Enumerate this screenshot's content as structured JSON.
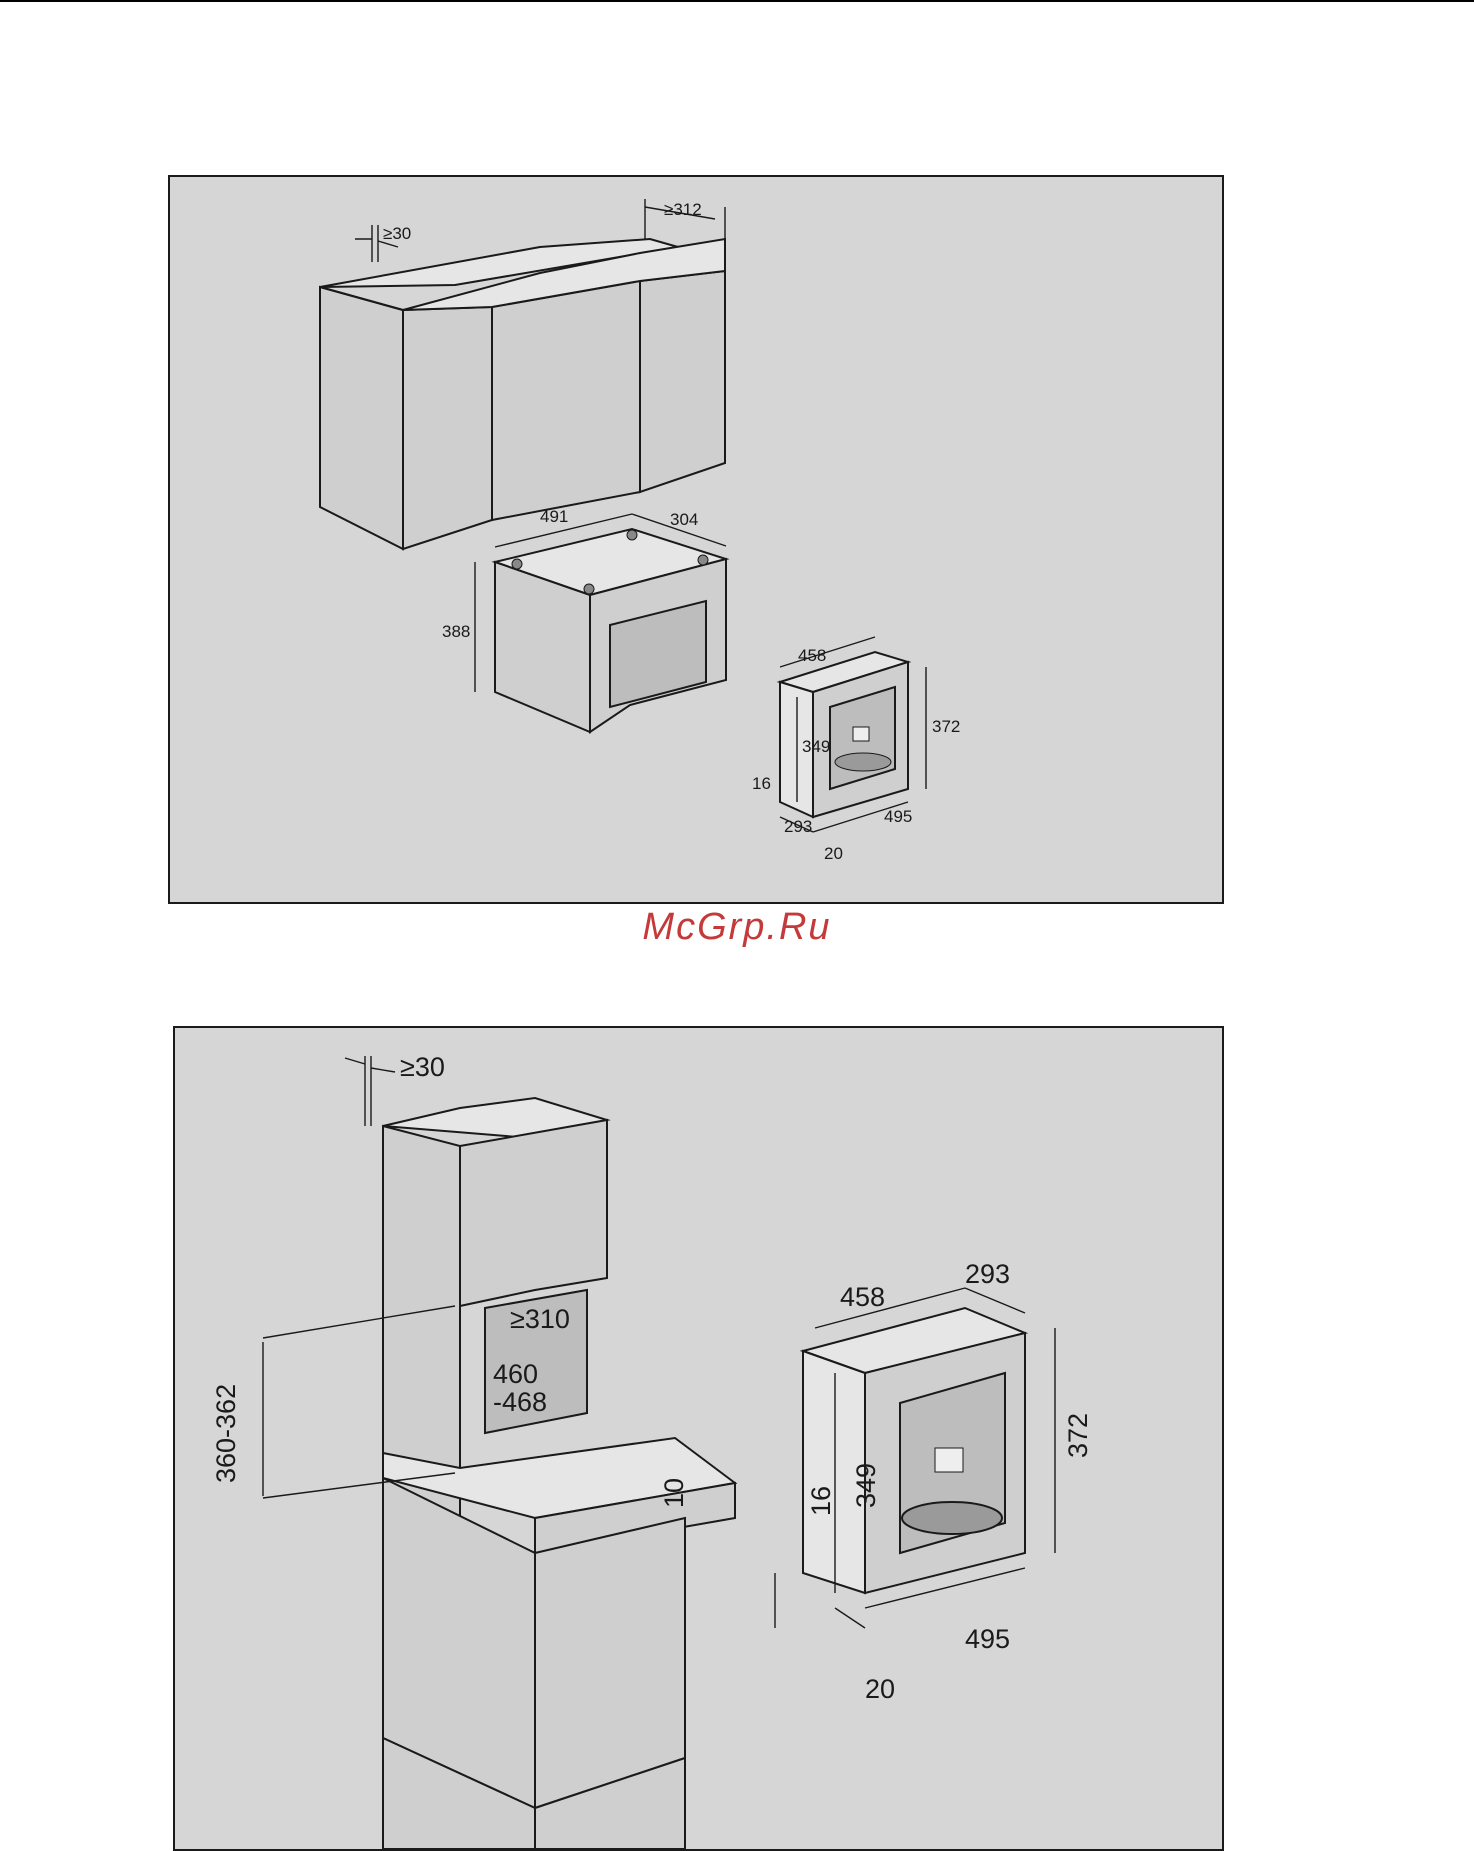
{
  "watermark": "McGrp.Ru",
  "top_diagram": {
    "dimensions": {
      "gap_top": "≥30",
      "cabinet_depth": "≥312",
      "housing_width": "491",
      "housing_depth": "304",
      "housing_height": "388",
      "machine_width": "458",
      "machine_height_front": "372",
      "machine_height_inner": "349",
      "front_offset": "16",
      "machine_depth": "293",
      "front_width": "495",
      "front_projection": "20"
    }
  },
  "bottom_diagram": {
    "dimensions": {
      "gap_top": "≥30",
      "niche_depth": "≥310",
      "niche_width_a": "460",
      "niche_width_b": "-468",
      "niche_height": "360-362",
      "machine_width": "458",
      "machine_depth": "293",
      "machine_height_front": "372",
      "machine_height_inner": "349",
      "bottom_offset": "10",
      "front_offset": "16",
      "front_width": "495",
      "front_projection": "20"
    }
  }
}
